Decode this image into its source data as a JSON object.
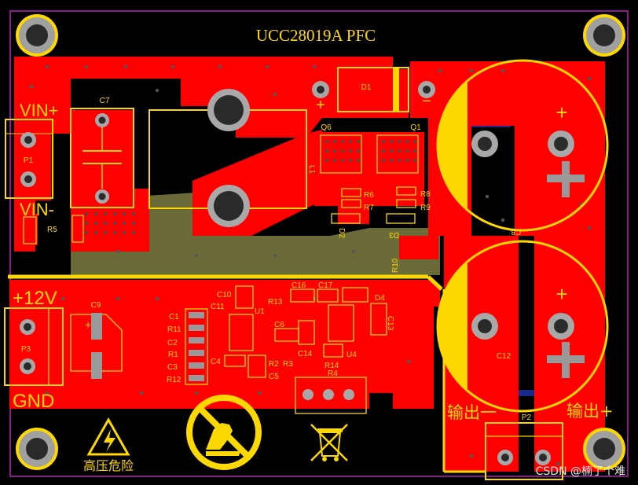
{
  "board": {
    "title": "UCC28019A PFC",
    "colors": {
      "background": "#000000",
      "copper_top": "#ff0000",
      "copper_bottom": "#1a2a8a",
      "copper_inner": "#6b6b3a",
      "silkscreen": "#ffd800",
      "pad": "#a8a8a8",
      "board_outline": "#8a1a8a"
    }
  },
  "connectors": {
    "input": {
      "designator": "P1",
      "pin1_label": "VIN+",
      "pin2_label": "VIN-"
    },
    "aux": {
      "designator": "P3",
      "pin1_label": "+12V",
      "pin2_label": "GND"
    },
    "output": {
      "designator": "P2",
      "minus_label": "输出一",
      "plus_label": "输出+"
    }
  },
  "components": {
    "C7": "C7",
    "L1": "L1",
    "D1": "D1",
    "Q6": "Q6",
    "Q1": "Q1",
    "R5": "R5",
    "R6": "R6",
    "R7": "R7",
    "R8": "R8",
    "R9": "R9",
    "D2": "D2",
    "D3": "D3",
    "R10": "R10",
    "C8": "C8",
    "C12": "C12",
    "C9": "C9",
    "C10": "C10",
    "C11": "C11",
    "R13": "R13",
    "C16": "C16",
    "C17": "C17",
    "D4": "D4",
    "U1": "U1",
    "C1": "C1",
    "R11": "R11",
    "C2": "C2",
    "R1": "R1",
    "C3": "C3",
    "R12": "R12",
    "C4": "C4",
    "C6": "C6",
    "C14": "C14",
    "C13": "C13",
    "U4": "U4",
    "R14": "R14",
    "R4": "R4",
    "R2": "R2",
    "R3": "R3",
    "C5": "C5"
  },
  "symbols": {
    "polarity_plus": "+",
    "polarity_minus": "−",
    "high_voltage_warning": "高压危险",
    "esd_icon": "esd-warning-icon",
    "weee_icon": "weee-bin-icon",
    "hv_icon": "high-voltage-icon"
  },
  "watermark": "CSDN @楠了个难"
}
